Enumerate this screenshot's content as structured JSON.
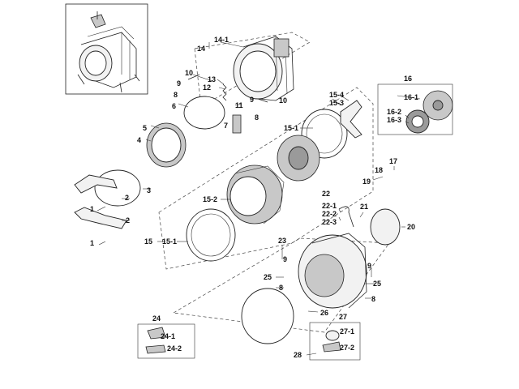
{
  "callouts": {
    "c1a": "1",
    "c1b": "1",
    "c2a": "2",
    "c2b": "2",
    "c3": "3",
    "c4": "4",
    "c5": "5",
    "c6": "6",
    "c7": "7",
    "c8a": "8",
    "c8b": "8",
    "c8c": "8",
    "c8d": "8",
    "c9a": "9",
    "c9b": "9",
    "c9c": "9",
    "c9d": "9",
    "c10a": "10",
    "c10b": "10",
    "c11": "11",
    "c12": "12",
    "c13": "13",
    "c14": "14",
    "c14_1": "14-1",
    "c15": "15",
    "c15_1a": "15-1",
    "c15_1b": "15-1",
    "c15_2": "15-2",
    "c15_3": "15-3",
    "c15_4": "15-4",
    "c16": "16",
    "c16_1": "16-1",
    "c16_2": "16-2",
    "c16_3": "16-3",
    "c17": "17",
    "c18": "18",
    "c19": "19",
    "c20": "20",
    "c21": "21",
    "c22": "22",
    "c22_1": "22-1",
    "c22_2": "22-2",
    "c22_3": "22-3",
    "c23": "23",
    "c24": "24",
    "c24_1": "24-1",
    "c24_2": "24-2",
    "c25a": "25",
    "c25b": "25",
    "c26": "26",
    "c27": "27",
    "c27_1": "27-1",
    "c27_2": "27-2",
    "c28": "28"
  }
}
